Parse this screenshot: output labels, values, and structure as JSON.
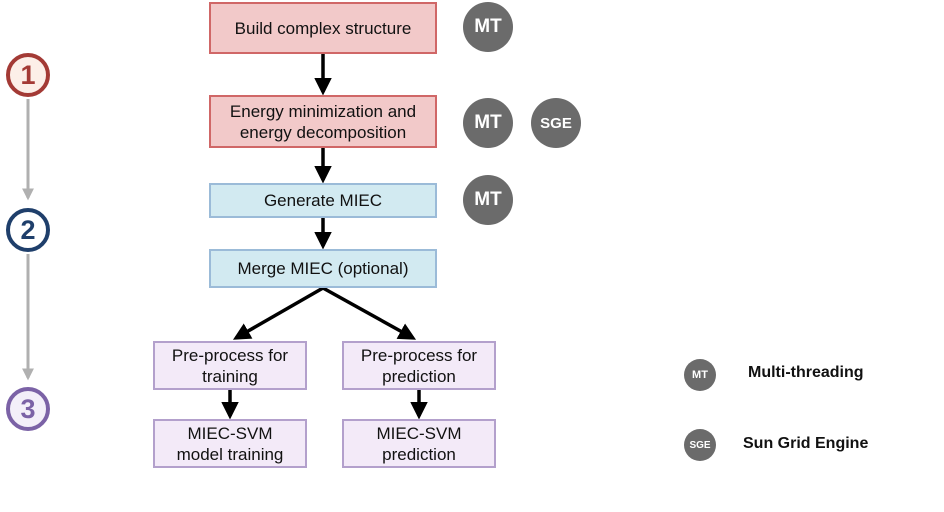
{
  "steps": [
    {
      "label": "1",
      "color": "#a33a35",
      "fill": "#fcefe8"
    },
    {
      "label": "2",
      "color": "#1f3f6b",
      "fill": "#ffffff"
    },
    {
      "label": "3",
      "color": "#7b62a6",
      "fill": "#f3eff9"
    }
  ],
  "boxes": {
    "build": "Build complex structure",
    "energy_line1": "Energy minimization and",
    "energy_line2": "energy decomposition",
    "generate": "Generate MIEC",
    "merge": "Merge MIEC (optional)",
    "preprocess_train_line1": "Pre-process for",
    "preprocess_train_line2": "training",
    "preprocess_pred_line1": "Pre-process for",
    "preprocess_pred_line2": "prediction",
    "train_line1": "MIEC-SVM",
    "train_line2": "model training",
    "pred_line1": "MIEC-SVM",
    "pred_line2": "prediction"
  },
  "badges": {
    "mt": "MT",
    "sge": "SGE"
  },
  "legend": {
    "mt_abbr": "MT",
    "mt_label": "Multi-threading",
    "sge_abbr": "SGE",
    "sge_label": "Sun Grid Engine"
  },
  "colors": {
    "red_fill": "#f2c9c9",
    "red_border": "#d06767",
    "blue_fill": "#d2eaf1",
    "blue_border": "#9bbbd8",
    "purple_fill": "#f3eaf8",
    "purple_border": "#b3a0cc",
    "badge": "#6b6b6b",
    "timeline": "#b0b0b0"
  }
}
